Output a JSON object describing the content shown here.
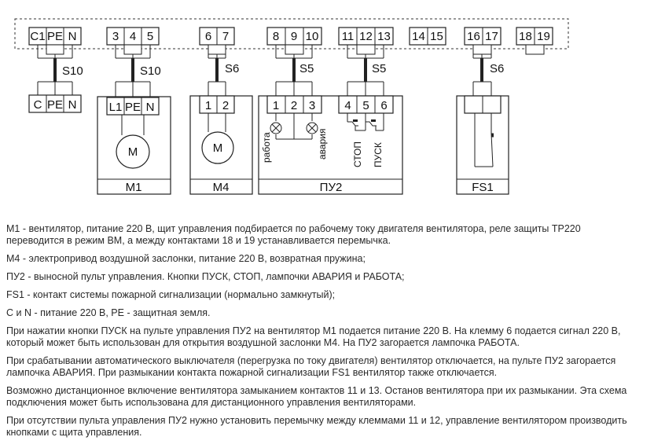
{
  "diagram": {
    "top_terminals": [
      {
        "id": "g1",
        "labels": [
          "C1",
          "PE",
          "N"
        ]
      },
      {
        "id": "g2",
        "labels": [
          "3",
          "4",
          "5"
        ]
      },
      {
        "id": "g3",
        "labels": [
          "6",
          "7"
        ]
      },
      {
        "id": "g4",
        "labels": [
          "8",
          "9",
          "10"
        ]
      },
      {
        "id": "g5",
        "labels": [
          "11",
          "12",
          "13"
        ]
      },
      {
        "id": "g6",
        "labels": [
          "14",
          "15"
        ]
      },
      {
        "id": "g7",
        "labels": [
          "16",
          "17"
        ]
      },
      {
        "id": "g8",
        "labels": [
          "18",
          "19"
        ]
      }
    ],
    "cables": [
      "S10",
      "S10",
      "S6",
      "S5",
      "S5",
      "S6"
    ],
    "supply_terminals": [
      "C",
      "PE",
      "N"
    ],
    "devices": {
      "m1": {
        "name": "M1",
        "terminals": [
          "L1",
          "PE",
          "N"
        ],
        "motor": "M"
      },
      "m4": {
        "name": "M4",
        "terminals": [
          "1",
          "2"
        ],
        "motor": "M"
      },
      "pu2": {
        "name": "ПУ2",
        "terminals": [
          "1",
          "2",
          "3",
          "4",
          "5",
          "6"
        ],
        "lamp_work": "работа",
        "lamp_alarm": "авария",
        "btn_stop": "СТОП",
        "btn_start": "ПУСК"
      },
      "fs1": {
        "name": "FS1"
      }
    }
  },
  "notes": [
    "M1 - вентилятор, питание 220 В, щит управления подбирается по рабочему току двигателя вентилятора, реле защиты ТР220 переводится в режим ВМ, а между контактами 18 и 19 устанавливается перемычка.",
    "М4 - электропривод воздушной заслонки, питание 220 В, возвратная пружина;",
    "ПУ2 - выносной пульт управления. Кнопки ПУСК, СТОП, лампочки АВАРИЯ и РАБОТА;",
    "FS1 - контакт системы пожарной сигнализации (нормально замкнутый);",
    "C и N -  питание 220 В, PE - защитная земля.",
    "При нажатии кнопки ПУСК на пульте управления ПУ2 на вентилятор М1 подается питание 220 В. На клемму 6 подается сигнал 220 В, который может быть использован для открытия воздушной заслонки М4. На ПУ2 загорается лампочка РАБОТА.",
    "При срабатывании автоматического выключателя (перегрузка по току двигателя) вентилятор отключается, на пульте ПУ2 загорается лампочка АВАРИЯ. При размыкании контакта пожарной сигнализации FS1 вентилятор также отключается.",
    "Возможно дистанционное включение вентилятора замыканием контактов 11 и 13. Останов вентилятора при их размыкании. Эта схема подключения может быть использована для дистанционного управления вентиляторами.",
    "При отсутствии пульта управления ПУ2 нужно установить перемычку между клеммами 11 и 12, управление вентилятором производить кнопками с щита управления."
  ]
}
